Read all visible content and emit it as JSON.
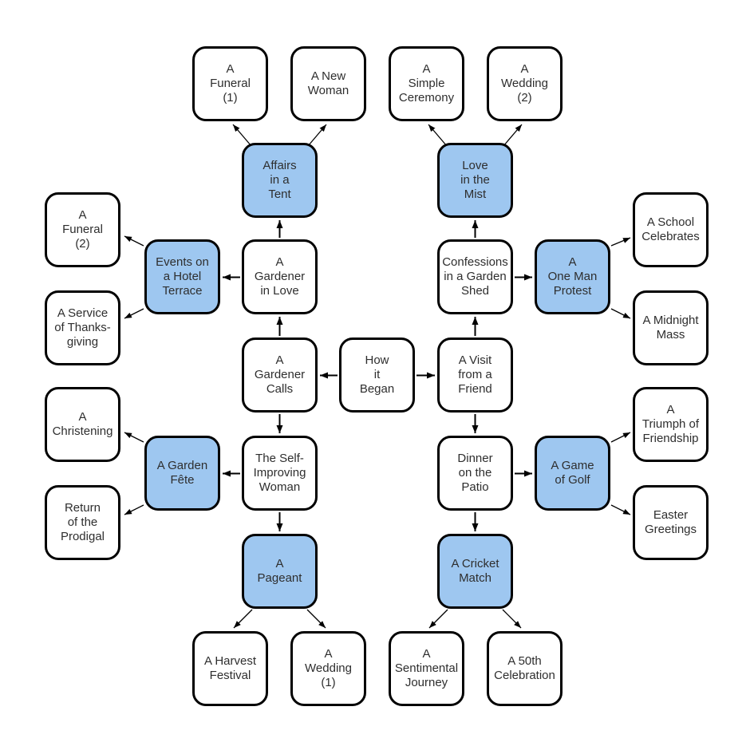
{
  "colors": {
    "highlight_fill": "#9EC7F0",
    "node_fill": "#FFFFFF",
    "border": "#000000",
    "text": "#2E2E2E"
  },
  "nodes": {
    "how_began": {
      "label": "How\nit\nBegan",
      "highlighted": false
    },
    "gardener_calls": {
      "label": "A\nGardener\nCalls",
      "highlighted": false
    },
    "visit_friend": {
      "label": "A Visit\nfrom a\nFriend",
      "highlighted": false
    },
    "gardener_love": {
      "label": "A\nGardener\nin Love",
      "highlighted": false
    },
    "self_improving": {
      "label": "The Self-\nImproving\nWoman",
      "highlighted": false
    },
    "confessions": {
      "label": "Confessions\nin a Garden\nShed",
      "highlighted": false
    },
    "dinner_patio": {
      "label": "Dinner\non the\nPatio",
      "highlighted": false
    },
    "affairs_tent": {
      "label": "Affairs\nin a\nTent",
      "highlighted": true
    },
    "love_mist": {
      "label": "Love\nin the\nMist",
      "highlighted": true
    },
    "events_hotel": {
      "label": "Events on\na Hotel\nTerrace",
      "highlighted": true
    },
    "one_man_protest": {
      "label": "A\nOne Man\nProtest",
      "highlighted": true
    },
    "garden_fete": {
      "label": "A Garden\nFête",
      "highlighted": true
    },
    "game_golf": {
      "label": "A Game\nof Golf",
      "highlighted": true
    },
    "pageant": {
      "label": "A\nPageant",
      "highlighted": true
    },
    "cricket_match": {
      "label": "A Cricket\nMatch",
      "highlighted": true
    },
    "funeral1": {
      "label": "A\nFuneral\n(1)",
      "highlighted": false
    },
    "new_woman": {
      "label": "A New\nWoman",
      "highlighted": false
    },
    "simple_ceremony": {
      "label": "A\nSimple\nCeremony",
      "highlighted": false
    },
    "wedding2": {
      "label": "A\nWedding\n(2)",
      "highlighted": false
    },
    "funeral2": {
      "label": "A\nFuneral\n(2)",
      "highlighted": false
    },
    "service_thanksgiving": {
      "label": "A Service\nof Thanks-\ngiving",
      "highlighted": false
    },
    "school_celebrates": {
      "label": "A School\nCelebrates",
      "highlighted": false
    },
    "midnight_mass": {
      "label": "A Midnight\nMass",
      "highlighted": false
    },
    "christening": {
      "label": "A\nChristening",
      "highlighted": false
    },
    "return_prodigal": {
      "label": "Return\nof the\nProdigal",
      "highlighted": false
    },
    "triumph_friendship": {
      "label": "A\nTriumph of\nFriendship",
      "highlighted": false
    },
    "easter_greetings": {
      "label": "Easter\nGreetings",
      "highlighted": false
    },
    "harvest_festival": {
      "label": "A Harvest\nFestival",
      "highlighted": false
    },
    "wedding1": {
      "label": "A\nWedding\n(1)",
      "highlighted": false
    },
    "sentimental_journey": {
      "label": "A\nSentimental\nJourney",
      "highlighted": false
    },
    "fiftieth_celebration": {
      "label": "A 50th\nCelebration",
      "highlighted": false
    }
  },
  "edges": {
    "main": [
      {
        "from": "how_began",
        "to": "gardener_calls"
      },
      {
        "from": "how_began",
        "to": "visit_friend"
      },
      {
        "from": "gardener_calls",
        "to": "gardener_love"
      },
      {
        "from": "gardener_calls",
        "to": "self_improving"
      },
      {
        "from": "gardener_love",
        "to": "affairs_tent"
      },
      {
        "from": "gardener_love",
        "to": "events_hotel"
      },
      {
        "from": "visit_friend",
        "to": "confessions"
      },
      {
        "from": "visit_friend",
        "to": "dinner_patio"
      },
      {
        "from": "confessions",
        "to": "love_mist"
      },
      {
        "from": "confessions",
        "to": "one_man_protest"
      },
      {
        "from": "self_improving",
        "to": "garden_fete"
      },
      {
        "from": "self_improving",
        "to": "pageant"
      },
      {
        "from": "dinner_patio",
        "to": "game_golf"
      },
      {
        "from": "dinner_patio",
        "to": "cricket_match"
      }
    ],
    "branch": [
      {
        "from": "affairs_tent",
        "to": "funeral1"
      },
      {
        "from": "affairs_tent",
        "to": "new_woman"
      },
      {
        "from": "love_mist",
        "to": "simple_ceremony"
      },
      {
        "from": "love_mist",
        "to": "wedding2"
      },
      {
        "from": "events_hotel",
        "to": "funeral2"
      },
      {
        "from": "events_hotel",
        "to": "service_thanksgiving"
      },
      {
        "from": "one_man_protest",
        "to": "school_celebrates"
      },
      {
        "from": "one_man_protest",
        "to": "midnight_mass"
      },
      {
        "from": "garden_fete",
        "to": "christening"
      },
      {
        "from": "garden_fete",
        "to": "return_prodigal"
      },
      {
        "from": "game_golf",
        "to": "triumph_friendship"
      },
      {
        "from": "game_golf",
        "to": "easter_greetings"
      },
      {
        "from": "pageant",
        "to": "harvest_festival"
      },
      {
        "from": "pageant",
        "to": "wedding1"
      },
      {
        "from": "cricket_match",
        "to": "sentimental_journey"
      },
      {
        "from": "cricket_match",
        "to": "fiftieth_celebration"
      }
    ]
  }
}
